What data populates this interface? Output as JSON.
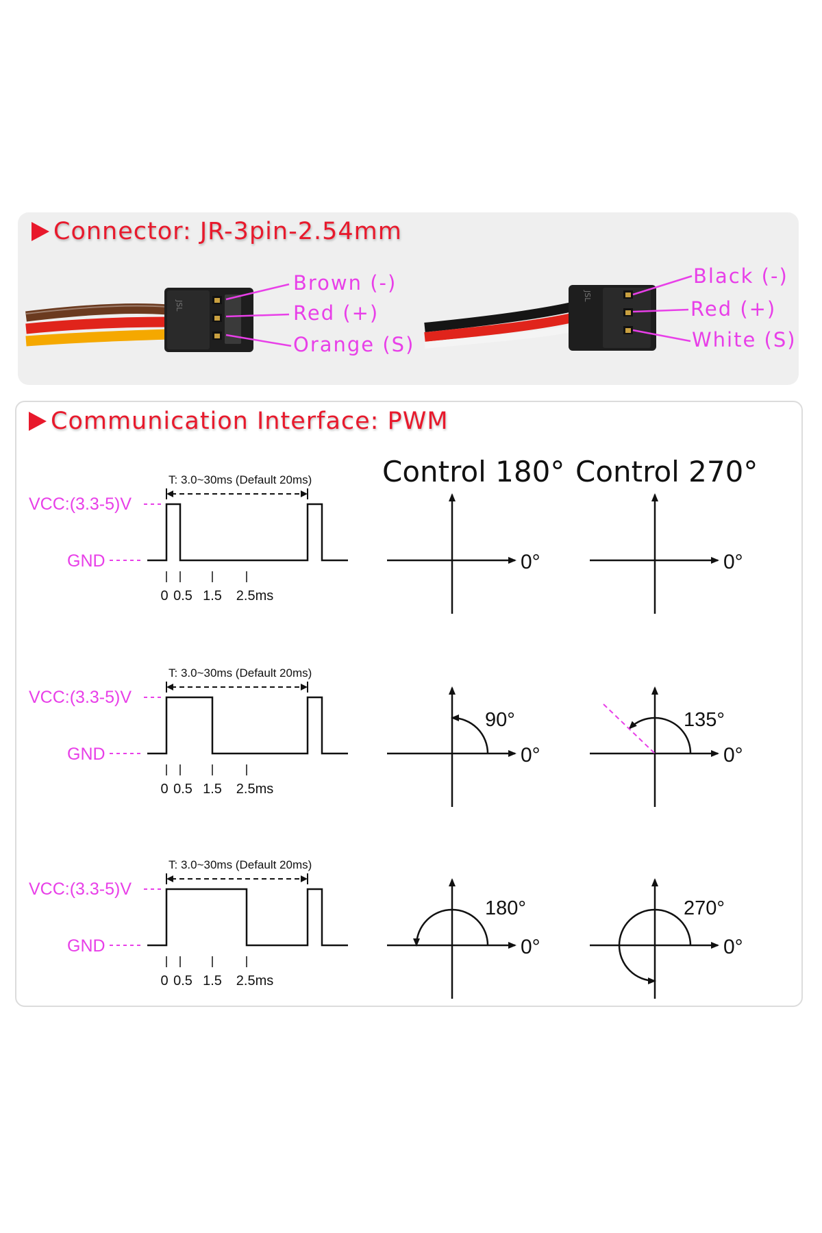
{
  "connector": {
    "heading": "Connector: JR-3pin-2.54mm",
    "left_pins": [
      "Brown (-)",
      "Red (+)",
      "Orange (S)"
    ],
    "right_pins": [
      "Black (-)",
      "Red (+)",
      "White (S)"
    ],
    "connector_marks": [
      "JSL",
      "JSL"
    ]
  },
  "pwm": {
    "heading": "Communication Interface: PWM",
    "control_180_title": "Control 180°",
    "control_270_title": "Control 270°",
    "rows": [
      {
        "period": "T: 3.0~30ms (Default 20ms)",
        "vcc": "VCC:(3.3-5)V",
        "gnd": "GND",
        "ticks": [
          "0",
          "0.5",
          "1.5",
          "2.5ms"
        ],
        "pulse_ms": 0.5,
        "angle_180": "",
        "angle_270": "",
        "zero_label": "0°"
      },
      {
        "period": "T: 3.0~30ms (Default 20ms)",
        "vcc": "VCC:(3.3-5)V",
        "gnd": "GND",
        "ticks": [
          "0",
          "0.5",
          "1.5",
          "2.5ms"
        ],
        "pulse_ms": 1.5,
        "angle_180": "90°",
        "angle_270": "135°",
        "zero_label": "0°"
      },
      {
        "period": "T: 3.0~30ms (Default 20ms)",
        "vcc": "VCC:(3.3-5)V",
        "gnd": "GND",
        "ticks": [
          "0",
          "0.5",
          "1.5",
          "2.5ms"
        ],
        "pulse_ms": 2.5,
        "angle_180": "180°",
        "angle_270": "270°",
        "zero_label": "0°"
      }
    ]
  },
  "colors": {
    "heading": "#e8192c",
    "label_magenta": "#e83fe8",
    "wire_brown": "#6b3a1f",
    "wire_red": "#e0241b",
    "wire_orange": "#f5a800",
    "wire_black": "#151515",
    "wire_white": "#f4f4f4"
  }
}
